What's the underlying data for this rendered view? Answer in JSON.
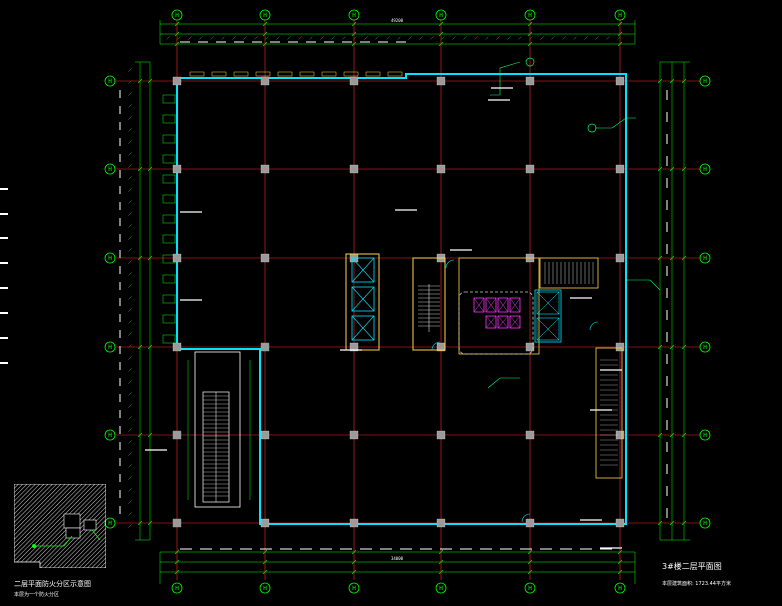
{
  "drawing": {
    "background": "#000000",
    "colors": {
      "grid_line": "#ff2a2a",
      "dim_line": "#00ff00",
      "wall_outline": "#00e5ff",
      "column": "#9a9a9a",
      "core_wall": "#ffd54a",
      "stair": "#ffffff",
      "toilet": "#ff33ff",
      "annotation": "#ffffff",
      "leader": "#00ff66"
    },
    "column_labels_top": [
      "H",
      "H",
      "H",
      "H",
      "H",
      "H"
    ],
    "column_labels_bottom": [
      "H",
      "H",
      "H",
      "H",
      "H",
      "H"
    ],
    "row_labels_left": [
      "H",
      "H",
      "H",
      "H",
      "H",
      "H"
    ],
    "row_labels_right": [
      "H",
      "H",
      "H",
      "H",
      "H",
      "H"
    ],
    "top_overall_dim": "49200",
    "bottom_overall_dim": "34000",
    "plan_title": "3#楼二层平面图",
    "plan_scale_note": "本层建筑面积: 1723.44平方米",
    "keyplan_title": "二层平面防火分区示意图",
    "keyplan_note": "本层为一个防火分区"
  }
}
